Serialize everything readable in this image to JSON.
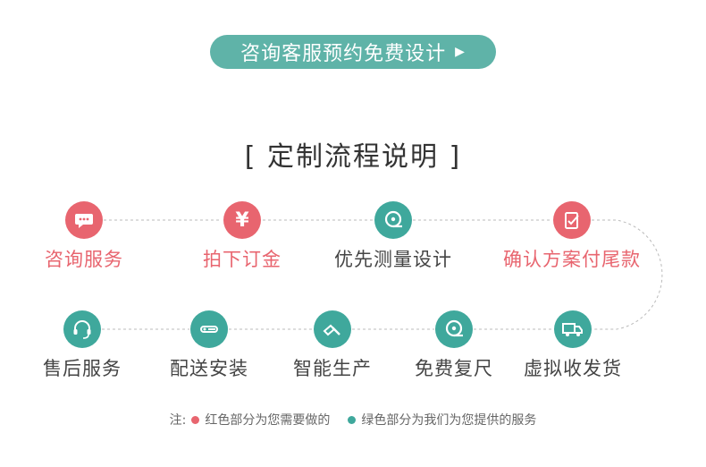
{
  "cta": {
    "label": "咨询客服预约免费设计"
  },
  "section_title": "[ 定制流程说明 ]",
  "colors": {
    "red": "#e8656f",
    "green": "#3fa89c",
    "cta": "#5fb3a8"
  },
  "steps_row1": [
    {
      "label": "咨询服务",
      "icon": "chat-bubble-icon",
      "color": "red"
    },
    {
      "label": "拍下订金",
      "icon": "yen-icon",
      "color": "red"
    },
    {
      "label": "优先测量设计",
      "icon": "tape-measure-icon",
      "color": "green"
    },
    {
      "label": "确认方案付尾款",
      "icon": "checklist-icon",
      "color": "red"
    }
  ],
  "steps_row2": [
    {
      "label": "售后服务",
      "icon": "headset-icon",
      "color": "green"
    },
    {
      "label": "配送安装",
      "icon": "wrench-icon",
      "color": "green"
    },
    {
      "label": "智能生产",
      "icon": "hammer-icon",
      "color": "green"
    },
    {
      "label": "免费复尺",
      "icon": "tape-measure-icon",
      "color": "green"
    },
    {
      "label": "虚拟收发货",
      "icon": "truck-icon",
      "color": "green"
    }
  ],
  "note": {
    "prefix": "注:",
    "red_text": "红色部分为您需要做的",
    "green_text": "绿色部分为我们为您提供的服务"
  }
}
